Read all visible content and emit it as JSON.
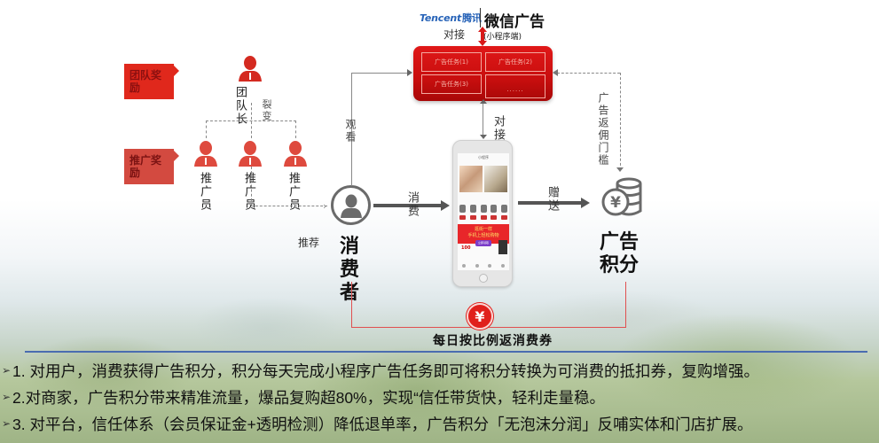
{
  "header": {
    "brand_en": "Tencent",
    "brand_cn": "腾讯",
    "title": "微信广告",
    "subtitle": "(小程序端)",
    "dock_label": "对接"
  },
  "ad_tasks": {
    "cells": [
      "广告任务(1)",
      "广告任务(2)",
      "广告任务(3)",
      "......"
    ]
  },
  "rewards": {
    "team_reward": "团队奖励",
    "promo_reward": "推广奖励"
  },
  "team": {
    "leader_label": "团队长",
    "fission_label": "裂变",
    "promoters": [
      "推广员",
      "推广员",
      "推广员"
    ],
    "recommend_label": "推荐"
  },
  "flow": {
    "watch_label": "观看",
    "consume_label": "消费",
    "dock_label": "对接",
    "gift_label": "赠送",
    "commission_label": "广告返佣门槛",
    "consumer_title": "消费者",
    "points_title": "广告积分",
    "voucher_label": "每日按比例返消费券",
    "yen_symbol": "¥"
  },
  "phone": {
    "header_text": "小程序",
    "banner_line1": "逛街一样",
    "banner_line2": "手机上轻松购物",
    "banner_pill": "立即领取",
    "price": "100"
  },
  "bullets": [
    "1. 对用户，消费获得广告积分，积分每天完成小程序广告任务即可将积分转换为可消费的抵扣券，复购增强。",
    "2.对商家，广告积分带来精准流量，爆品复购超80%，实现“信任带货快，轻利走量稳。",
    "3. 对平台，信任体系（会员保证金+透明检测）降低退单率，广告积分「无泡沫分润」反哺实体和门店扩展。"
  ],
  "bullet_marker": "➢",
  "colors": {
    "accent_red": "#e0201c",
    "tencent_blue": "#2763b8",
    "rule_blue": "#4a6cb0",
    "connector_gray": "#555555"
  }
}
